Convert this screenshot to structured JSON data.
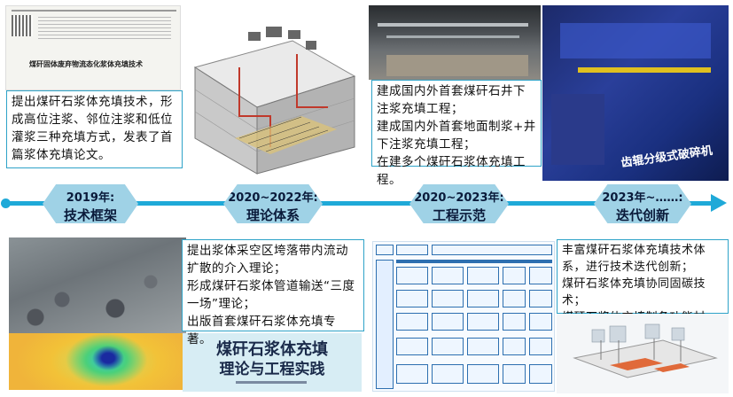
{
  "timeline": {
    "milestones": [
      {
        "year": "2019年:",
        "label": "技术框架"
      },
      {
        "year": "2020~2022年:",
        "label": "理论体系"
      },
      {
        "year": "2020~2023年:",
        "label": "工程示范"
      },
      {
        "year": "2023年~……:",
        "label": "迭代创新"
      }
    ]
  },
  "boxes": {
    "tech": "提出煤矸石浆体充填技术，形成高位注浆、邻位注浆和低位灌浆三种充填方式，发表了首篇浆体充填论文。",
    "theory": "提出浆体采空区垮落带内流动扩散的介入理论；\n形成煤矸石浆体管道输送“三度一场”理论；\n出版首套煤矸石浆体充填专著。",
    "engineering": "建成国内外首套煤矸石井下注浆充填工程；\n建成国内外首套地面制浆+井下注浆充填工程；\n在建多个煤矸石浆体充填工程。",
    "iteration": "丰富煤矸石浆体充填技术体系，进行技术迭代创新；\n煤矸石浆体充填协同固碳技术；\n煤矸石浆体充填制备功能材料。"
  },
  "images": {
    "paper_title": "煤矸固体废弃物流态化浆体充填技术",
    "machine_label": "齿辊分级式破碎机",
    "book_title_1": "煤矸石浆体充填",
    "book_title_2": "理论与工程实践"
  },
  "colors": {
    "axis": "#1fa9d8",
    "hex_fill": "#9fd2e6",
    "box_border": "#2ea3c8"
  }
}
